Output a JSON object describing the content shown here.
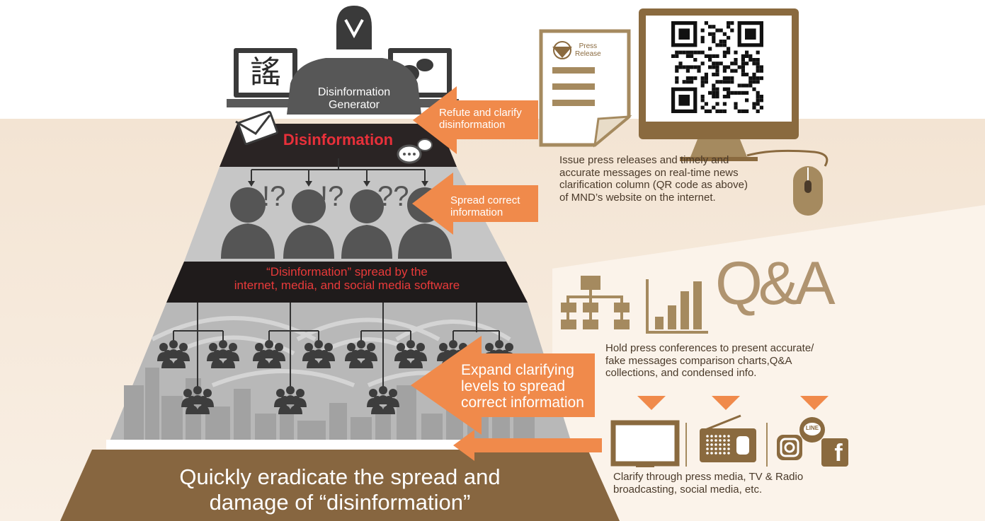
{
  "colors": {
    "brown": "#8a6a3f",
    "tan": "#a58a5f",
    "orange": "#f08a4b",
    "dark_band": "#231f1f",
    "gray": "#6a6a6a",
    "red": "#e8303a",
    "cream_bg": "#f6e9da"
  },
  "generator_label": "Disinformation\nGenerator",
  "char_glyph": "謠",
  "top_band_label": "Disinformation",
  "middle_band_label": "“Disinformation” spread by the\ninternet, media, and social media software",
  "confusion_marks": [
    "!?",
    "!?",
    "??"
  ],
  "arrows": {
    "refute": "Refute and clarify\ndisinformation",
    "spread": "Spread correct\ninformation",
    "expand": "Expand clarifying\nlevels to spread\ncorrect information"
  },
  "press_release_label": "Press\nRelease",
  "website_text": "Issue press releases and timely and\naccurate messages on real-time news\nclarification column (QR code as above)\nof MND’s website on the internet.",
  "qa_logo": "Q&A",
  "conference_text": "Hold press conferences to present accurate/\nfake messages comparison charts,Q&A\ncollections, and condensed info.",
  "media_text": "Clarify through press media, TV & Radio\nbroadcasting, social media, etc.",
  "social_icons": {
    "line": "LINE",
    "facebook": "f"
  },
  "bottom_text": "Quickly eradicate the spread and\ndamage of “disinformation”"
}
